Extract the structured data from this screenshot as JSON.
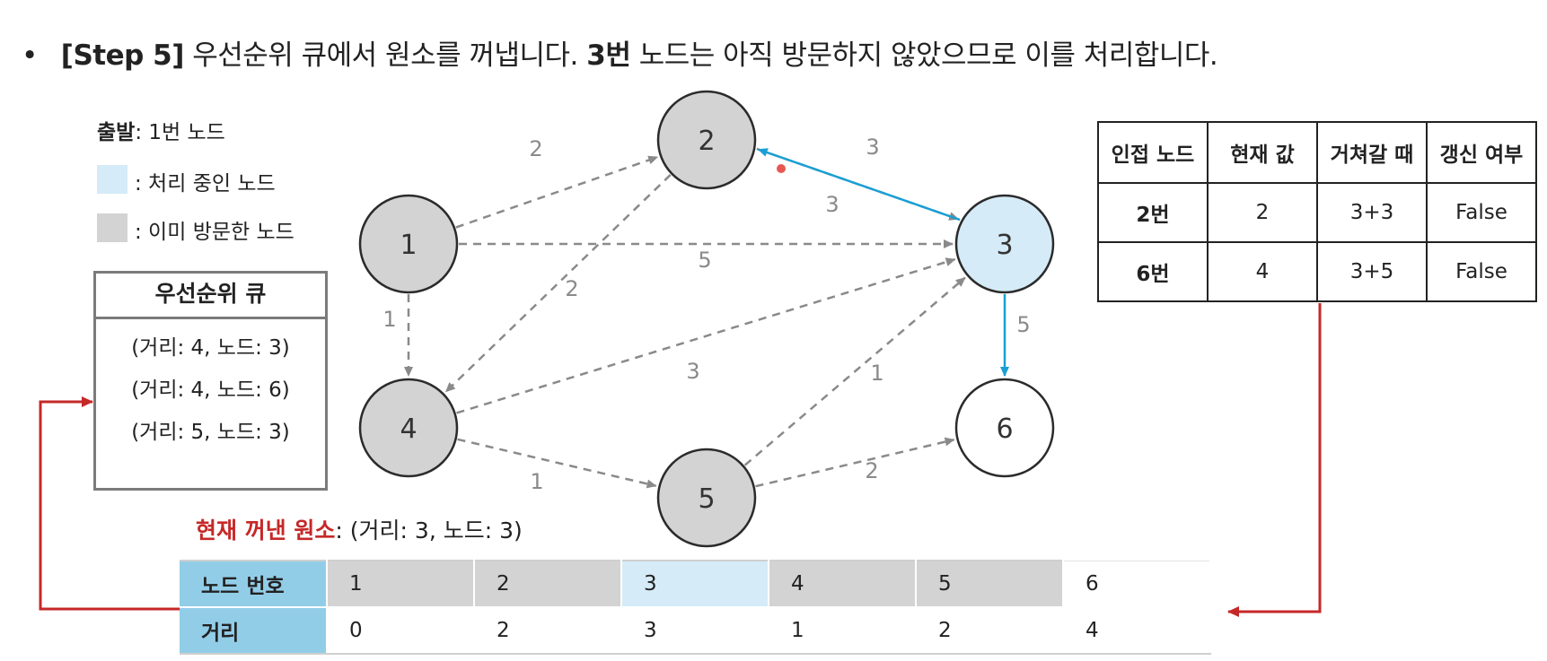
{
  "heading": {
    "bullet": "•",
    "step": "[Step 5]",
    "text1": " 우선순위 큐에서 원소를 꺼냅니다. ",
    "node": "3번",
    "text2": " 노드는 아직 방문하지 않았으므로 이를 처리합니다."
  },
  "legend": {
    "start_label": "출발",
    "start_value": ": 1번 노드",
    "processing": ": 처리 중인 노드",
    "visited": ": 이미 방문한 노드"
  },
  "colors": {
    "processing": "#d5ebf7",
    "visited": "#d3d3d3",
    "accent_blue": "#1a9fd4",
    "accent_red": "#c62828",
    "header_blue": "#92cde8"
  },
  "queue": {
    "title": "우선순위 큐",
    "items": [
      "(거리: 4, 노드: 3)",
      "(거리: 4, 노드: 6)",
      "(거리: 5, 노드: 3)"
    ]
  },
  "graph": {
    "nodes": [
      {
        "id": "1",
        "state": "visited"
      },
      {
        "id": "2",
        "state": "visited"
      },
      {
        "id": "3",
        "state": "processing"
      },
      {
        "id": "4",
        "state": "visited"
      },
      {
        "id": "5",
        "state": "visited"
      },
      {
        "id": "6",
        "state": "unvisited"
      }
    ],
    "edges": [
      {
        "from": "1",
        "to": "2",
        "weight": "2",
        "style": "dashed"
      },
      {
        "from": "2",
        "to": "3",
        "weight": "3",
        "style": "dashed"
      },
      {
        "from": "3",
        "to": "2",
        "weight": "3",
        "style": "highlight"
      },
      {
        "from": "1",
        "to": "3",
        "weight": "5",
        "style": "dashed"
      },
      {
        "from": "2",
        "to": "4",
        "weight": "2",
        "style": "dashed"
      },
      {
        "from": "1",
        "to": "4",
        "weight": "1",
        "style": "dashed"
      },
      {
        "from": "4",
        "to": "3",
        "weight": "3",
        "style": "dashed"
      },
      {
        "from": "3",
        "to": "6",
        "weight": "5",
        "style": "highlight"
      },
      {
        "from": "5",
        "to": "3",
        "weight": "1",
        "style": "dashed"
      },
      {
        "from": "4",
        "to": "5",
        "weight": "1",
        "style": "dashed"
      },
      {
        "from": "5",
        "to": "6",
        "weight": "2",
        "style": "dashed"
      }
    ]
  },
  "current": {
    "label": "현재 꺼낸 원소",
    "value": ": (거리: 3, 노드: 3)"
  },
  "adjacency": {
    "headers": [
      "인접 노드",
      "현재 값",
      "거쳐갈 때",
      "갱신 여부"
    ],
    "rows": [
      [
        "2번",
        "2",
        "3+3",
        "False"
      ],
      [
        "6번",
        "4",
        "3+5",
        "False"
      ]
    ]
  },
  "distance_table": {
    "row1_label": "노드 번호",
    "row2_label": "거리",
    "nodes": [
      "1",
      "2",
      "3",
      "4",
      "5",
      "6"
    ],
    "distances": [
      "0",
      "2",
      "3",
      "1",
      "2",
      "4"
    ]
  }
}
